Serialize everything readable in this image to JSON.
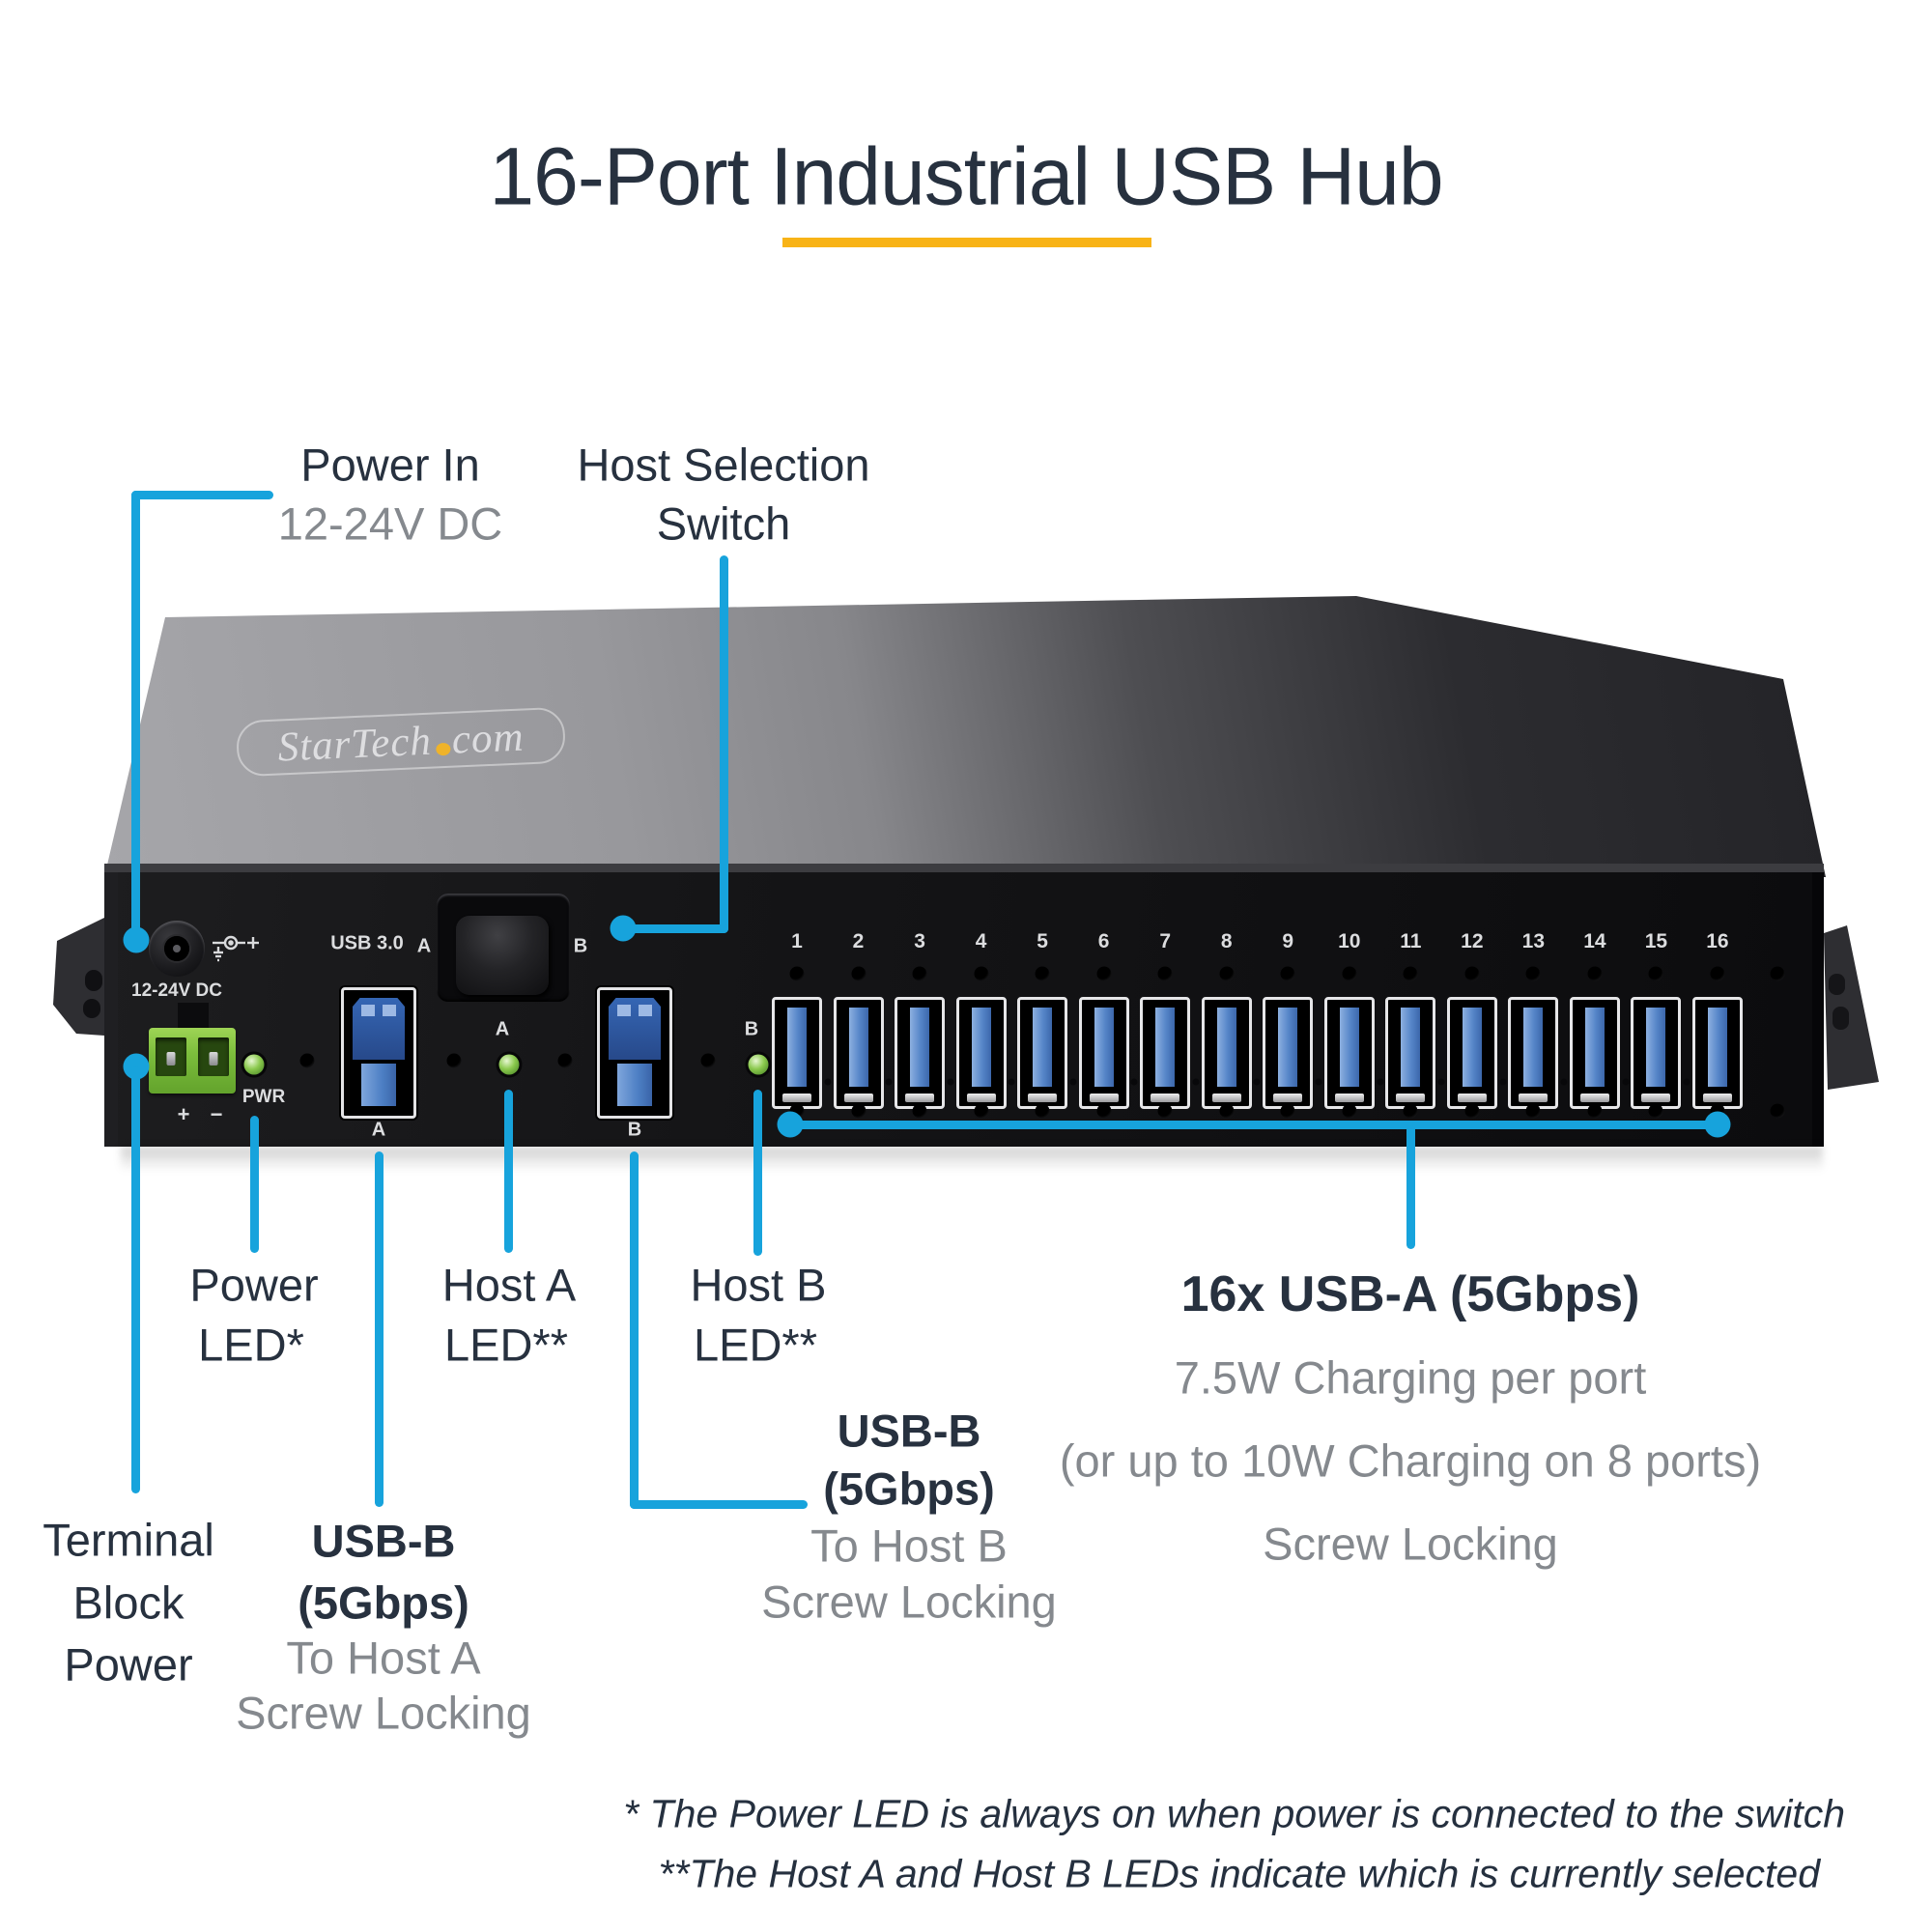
{
  "title": "16-Port Industrial USB Hub",
  "colors": {
    "accent_cyan": "#17a3dc",
    "accent_yellow": "#f8b317",
    "text_navy": "#27313f",
    "text_gray": "#85898e",
    "led_green": "#7dc242"
  },
  "device": {
    "logo": {
      "part1": "StarTech",
      "part2": "com"
    },
    "panel": {
      "dc_jack_label": "12-24V DC",
      "terminal_plus": "+",
      "terminal_minus": "−",
      "pwr_label": "PWR",
      "usb3_label": "USB 3.0",
      "switch_left": "A",
      "switch_right": "B",
      "port_a_label": "A",
      "port_b_label": "B",
      "host_a_led_label": "A",
      "host_b_led_label": "B",
      "port_numbers": [
        "1",
        "2",
        "3",
        "4",
        "5",
        "6",
        "7",
        "8",
        "9",
        "10",
        "11",
        "12",
        "13",
        "14",
        "15",
        "16"
      ]
    }
  },
  "callouts": {
    "power_in": {
      "line1": "Power In",
      "line2": "12-24V DC"
    },
    "host_selection": {
      "line1": "Host Selection",
      "line2": "Switch"
    },
    "power_led": {
      "line1": "Power",
      "line2": "LED*"
    },
    "host_a_led": {
      "line1": "Host A",
      "line2": "LED**"
    },
    "host_b_led": {
      "line1": "Host B",
      "line2": "LED**"
    },
    "terminal_block": {
      "line1": "Terminal",
      "line2": "Block",
      "line3": "Power"
    },
    "usb_b_host_a": {
      "line1": "USB-B",
      "line2": "(5Gbps)",
      "line3": "To Host A",
      "line4": "Screw Locking"
    },
    "usb_b_host_b": {
      "line1": "USB-B",
      "line2": "(5Gbps)",
      "line3": "To Host B",
      "line4": "Screw Locking"
    },
    "usb_a_ports": {
      "line1": "16x USB-A (5Gbps)",
      "line2": "7.5W Charging per port",
      "line3": "(or up to 10W Charging on 8 ports)",
      "line4": "Screw Locking"
    }
  },
  "footnotes": {
    "line1": "* The Power LED is always on when power is connected to the switch",
    "line2": "**The Host A and Host B LEDs indicate which is currently selected"
  }
}
